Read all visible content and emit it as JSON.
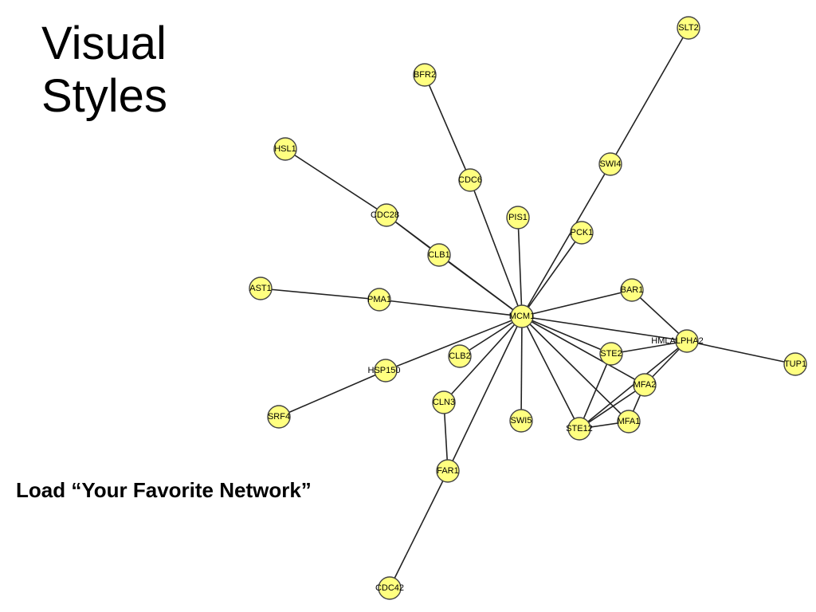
{
  "slide": {
    "title_line1": "Visual",
    "title_line2": "Styles",
    "subtitle": "Load “Your Favorite Network”"
  },
  "colors": {
    "node_fill": "#ffff80",
    "node_stroke": "#444444",
    "edge": "#222222"
  },
  "network": {
    "nodes": [
      {
        "id": "SLT2"
      },
      {
        "id": "BFR2"
      },
      {
        "id": "HSL1"
      },
      {
        "id": "SWI4"
      },
      {
        "id": "CDC6"
      },
      {
        "id": "CDC28"
      },
      {
        "id": "PIS1"
      },
      {
        "id": "PCK1"
      },
      {
        "id": "CLB1"
      },
      {
        "id": "AST1"
      },
      {
        "id": "PMA1"
      },
      {
        "id": "BAR1"
      },
      {
        "id": "MCM1"
      },
      {
        "id": "HMLALPHA2"
      },
      {
        "id": "TUP1"
      },
      {
        "id": "STE2"
      },
      {
        "id": "CLB2"
      },
      {
        "id": "HSP150"
      },
      {
        "id": "MFA2"
      },
      {
        "id": "CLN3"
      },
      {
        "id": "SRF4"
      },
      {
        "id": "SWI5"
      },
      {
        "id": "STE12"
      },
      {
        "id": "MFA1"
      },
      {
        "id": "FAR1"
      },
      {
        "id": "CDC42"
      }
    ],
    "edges": [
      [
        "SLT2",
        "SWI4"
      ],
      [
        "SWI4",
        "MCM1"
      ],
      [
        "PCK1",
        "MCM1"
      ],
      [
        "BFR2",
        "CDC6"
      ],
      [
        "CDC6",
        "MCM1"
      ],
      [
        "PIS1",
        "MCM1"
      ],
      [
        "HSL1",
        "CDC28"
      ],
      [
        "CDC28",
        "CLB1"
      ],
      [
        "CDC28",
        "MCM1"
      ],
      [
        "CLB1",
        "MCM1"
      ],
      [
        "AST1",
        "PMA1"
      ],
      [
        "PMA1",
        "MCM1"
      ],
      [
        "BAR1",
        "MCM1"
      ],
      [
        "BAR1",
        "HMLALPHA2"
      ],
      [
        "MCM1",
        "HMLALPHA2"
      ],
      [
        "HMLALPHA2",
        "TUP1"
      ],
      [
        "HMLALPHA2",
        "STE2"
      ],
      [
        "HMLALPHA2",
        "MFA2"
      ],
      [
        "HMLALPHA2",
        "STE12"
      ],
      [
        "MCM1",
        "STE2"
      ],
      [
        "MCM1",
        "MFA2"
      ],
      [
        "MCM1",
        "STE12"
      ],
      [
        "MCM1",
        "MFA1"
      ],
      [
        "STE2",
        "STE12"
      ],
      [
        "MFA2",
        "STE12"
      ],
      [
        "STE12",
        "MFA1"
      ],
      [
        "MFA2",
        "MFA1"
      ],
      [
        "MCM1",
        "CLB2"
      ],
      [
        "MCM1",
        "HSP150"
      ],
      [
        "HSP150",
        "SRF4"
      ],
      [
        "MCM1",
        "CLN3"
      ],
      [
        "CLN3",
        "FAR1"
      ],
      [
        "MCM1",
        "FAR1"
      ],
      [
        "FAR1",
        "CDC42"
      ],
      [
        "MCM1",
        "SWI5"
      ]
    ]
  }
}
